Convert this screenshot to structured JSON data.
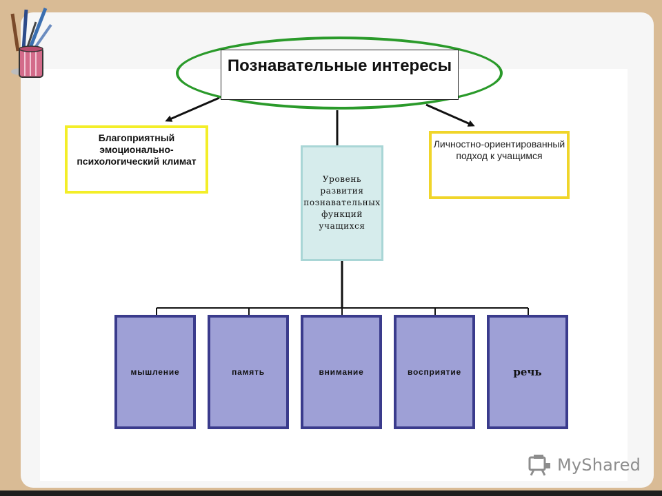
{
  "diagram": {
    "title": "Познавательные интересы",
    "left_factor": "Благоприятный эмоционально-психологический климат",
    "right_factor": "Личностно-ориентированный подход к учащимся",
    "center_factor": "Уровень развития познавательных функций учащихся",
    "functions": [
      {
        "label": "мышление"
      },
      {
        "label": "память"
      },
      {
        "label": "внимание"
      },
      {
        "label": "восприятие"
      },
      {
        "label": "речь"
      }
    ]
  },
  "watermark": {
    "text": "MyShared",
    "icon": "myshared-logo-icon"
  },
  "decor": {
    "icon": "pencil-cup-icon"
  },
  "colors": {
    "background": "#d9bb95",
    "ellipse": "#2a9a2a",
    "left_border": "#f3ee28",
    "right_border": "#f0d52a",
    "center_fill": "#d6ecec",
    "function_fill": "#9ea0d6",
    "function_border": "#3a3b8c"
  }
}
